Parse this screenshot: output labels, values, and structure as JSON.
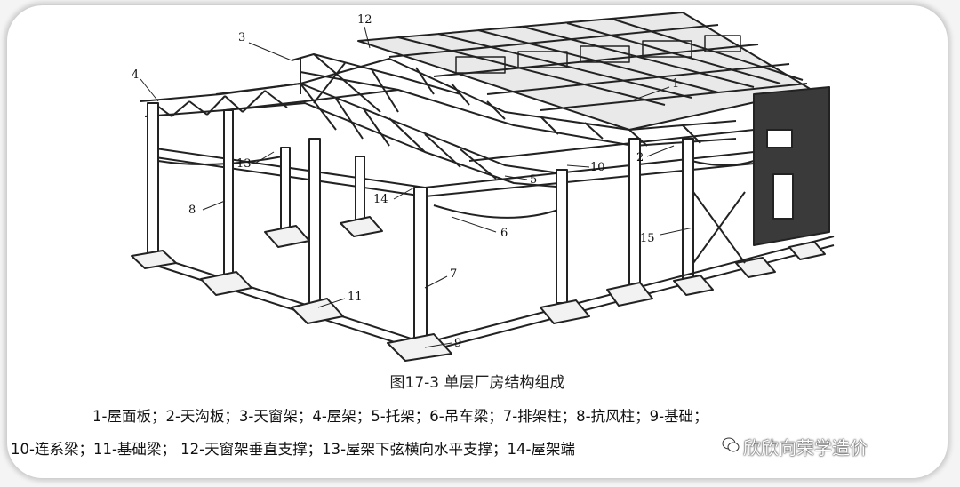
{
  "figure": {
    "caption": "图17-3 单层厂房结构组成",
    "legend_line_1": "1-屋面板；2-天沟板；3-天窗架；4-屋架；5-托架；6-吊车梁；7-排架柱；8-抗风柱；9-基础；",
    "legend_line_2": "10-连系梁；11-基础梁；   12-天窗架垂直支撑；13-屋架下弦横向水平支撑；14-屋架端",
    "watermark_text": "欣欣向荣学造价",
    "watermark_icon": "wechat-icon"
  },
  "callouts": {
    "n1": "1",
    "n2": "2",
    "n3": "3",
    "n4": "4",
    "n5": "5",
    "n6": "6",
    "n7": "7",
    "n8": "8",
    "n9": "9",
    "n10": "10",
    "n11": "11",
    "n12": "12",
    "n13": "13",
    "n14": "14",
    "n15": "15"
  }
}
